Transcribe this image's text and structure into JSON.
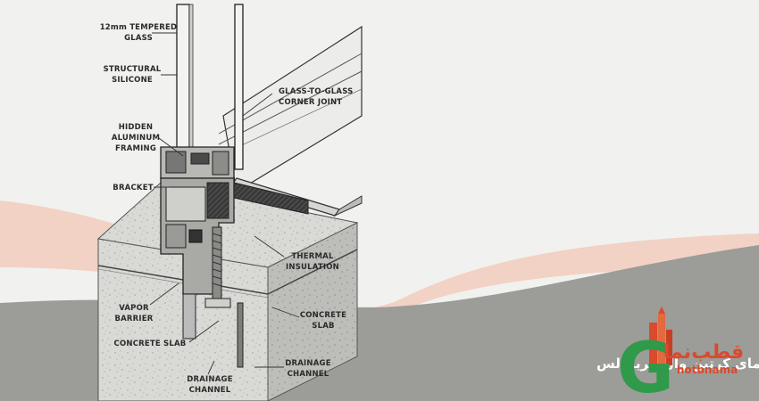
{
  "labels": {
    "tempered_glass_1": "12mm TEMPERED",
    "tempered_glass_2": "GLASS",
    "structural_silicone_1": "STRUCTURAL",
    "structural_silicone_2": "SILICONE",
    "hidden_framing_1": "HIDDEN",
    "hidden_framing_2": "ALUMINUM",
    "hidden_framing_3": "FRAMING",
    "bracket": "BRACKET",
    "corner_joint_1": "GLASS-TO-GLASS",
    "corner_joint_2": "CORNER JOINT",
    "thermal_1": "THERMAL",
    "thermal_2": "INSULATION",
    "vapor_1": "VAPOR",
    "vapor_2": "BARRIER",
    "slab_left": "CONCRETE SLAB",
    "slab_right_1": "CONCRETE",
    "slab_right_2": "SLAB",
    "drain_left_1": "DRAINAGE",
    "drain_left_2": "CHANNEL",
    "drain_right_1": "DRAINAGE",
    "drain_right_2": "CHANNEL"
  },
  "caption": "دیتیل اجرایی نمای کرتین وال فریم لس",
  "logo": {
    "persian": "قطب‌نما",
    "latin": "hotbnama",
    "initial": "G"
  },
  "colors": {
    "gray_band": "#9c9c98",
    "salmon_band": "#f0c4b0",
    "logo_green": "#2e9a4a",
    "logo_red": "#d94a2e"
  }
}
